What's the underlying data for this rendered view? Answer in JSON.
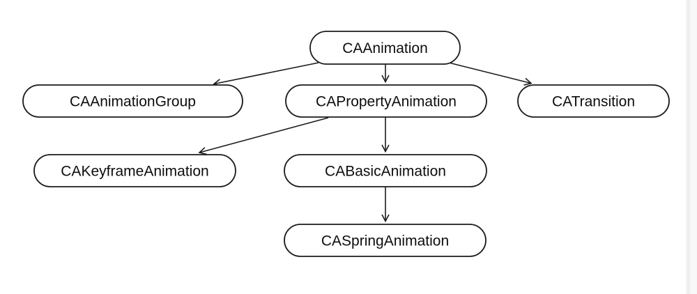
{
  "diagram": {
    "description_colors": {
      "background": "#ffffff",
      "node_fill": "#ffffff",
      "stroke": "#1b1b1b",
      "text": "#0d0d0d"
    },
    "nodes": [
      {
        "id": "caanimation",
        "label": "CAAnimation"
      },
      {
        "id": "caanimationgroup",
        "label": "CAAnimationGroup"
      },
      {
        "id": "capropertyanimation",
        "label": "CAPropertyAnimation"
      },
      {
        "id": "catransition",
        "label": "CATransition"
      },
      {
        "id": "cakeyframeanimation",
        "label": "CAKeyframeAnimation"
      },
      {
        "id": "cabasicanimation",
        "label": "CABasicAnimation"
      },
      {
        "id": "caspringanimation",
        "label": "CASpringAnimation"
      }
    ],
    "edges": [
      {
        "from": "CAAnimation",
        "to": "CAAnimationGroup"
      },
      {
        "from": "CAAnimation",
        "to": "CAPropertyAnimation"
      },
      {
        "from": "CAAnimation",
        "to": "CATransition"
      },
      {
        "from": "CAPropertyAnimation",
        "to": "CAKeyframeAnimation"
      },
      {
        "from": "CAPropertyAnimation",
        "to": "CABasicAnimation"
      },
      {
        "from": "CABasicAnimation",
        "to": "CASpringAnimation"
      }
    ]
  }
}
